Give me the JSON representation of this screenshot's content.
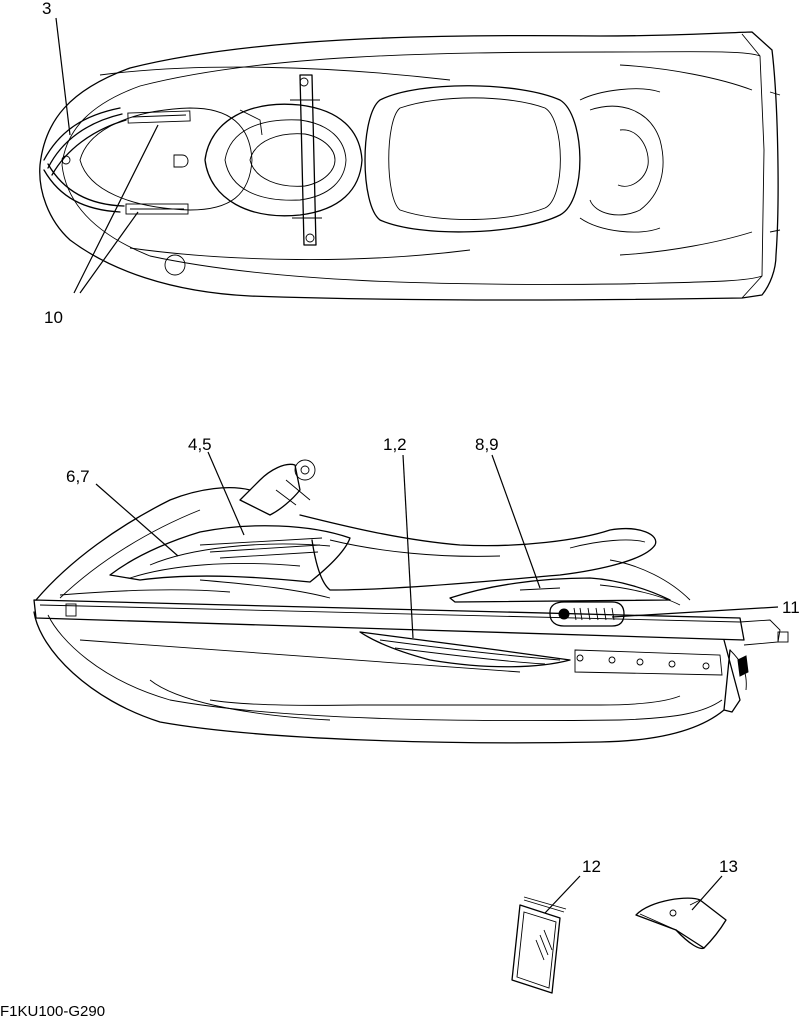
{
  "callouts": {
    "c3": "3",
    "c10": "10",
    "c45": "4,5",
    "c12": "1,2",
    "c89": "8,9",
    "c67": "6,7",
    "c11": "11",
    "c12b": "12",
    "c13": "13"
  },
  "diagram_code": "F1KU100-G290",
  "views": [
    "top-view",
    "side-view",
    "accessories"
  ]
}
